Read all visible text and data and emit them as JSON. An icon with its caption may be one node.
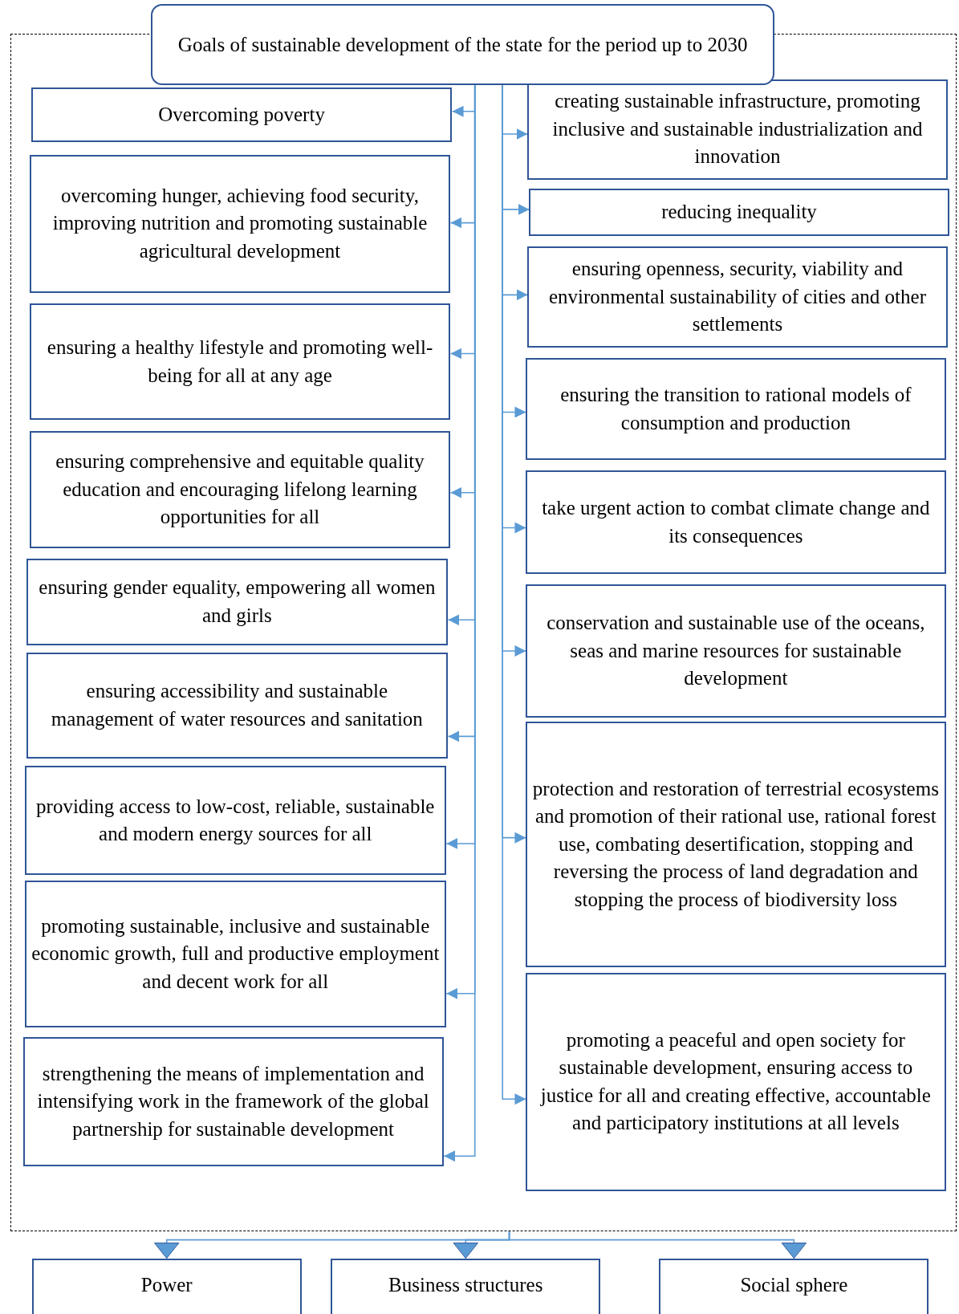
{
  "diagram": {
    "nodes": [
      {
        "text": [],
        "shape": "box"
      },
      {
        "text": [
          "Goals of sustainable development of the state for the period up to 2030"
        ]
      },
      {
        "text": [
          "Overcoming poverty"
        ],
        "in": 0
      },
      {
        "text": [
          "overcoming hunger, achieving food security, improving nutrition and promoting sustainable agricultural development"
        ],
        "in": 0
      },
      {
        "text": [
          "ensuring a healthy lifestyle and promoting well-being for all at any age"
        ],
        "in": 0
      },
      {
        "text": [
          "ensuring comprehensive and equitable quality education and encouraging lifelong learning opportunities for all"
        ],
        "in": 0
      },
      {
        "text": [
          "ensuring gender equality, empowering all women and girls"
        ],
        "in": 0
      },
      {
        "text": [
          "ensuring accessibility and sustainable management of water resources and sanitation"
        ],
        "in": 0
      },
      {
        "text": [
          "providing access to low-cost, reliable, sustainable and modern energy sources for all"
        ],
        "in": 0
      },
      {
        "text": [
          "promoting sustainable, inclusive and sustainable economic growth, full and productive employment and decent work for all"
        ],
        "in": 0
      },
      {
        "text": [
          "strengthening the means of implementation and intensifying work in the framework of the global partnership for sustainable development"
        ],
        "in": 0
      },
      {
        "text": [
          "creating sustainable infrastructure, promoting inclusive and sustainable industrialization and innovation"
        ],
        "in": 0
      },
      {
        "text": [
          "reducing inequality"
        ],
        "in": 0
      },
      {
        "text": [
          "ensuring openness, security, viability and environmental sustainability of cities and other settlements"
        ],
        "in": 0
      },
      {
        "text": [
          "ensuring the transition to rational models of consumption and production"
        ],
        "in": 0
      },
      {
        "text": [
          "take urgent action to combat climate change and its consequences"
        ],
        "in": 0
      },
      {
        "text": [
          "conservation and sustainable use of the oceans, seas and marine resources for sustainable development"
        ],
        "in": 0
      },
      {
        "text": [
          "protection and restoration of terrestrial ecosystems and promotion of their rational use, rational forest use, combating desertification, stopping and reversing the process of land degradation and stopping the process of biodiversity loss"
        ],
        "in": 0
      },
      {
        "text": [
          "promoting a peaceful and open society for sustainable development, ensuring access to justice for all and creating effective, accountable and participatory institutions at all levels"
        ],
        "in": 0
      },
      {
        "text": [
          "Power"
        ]
      },
      {
        "text": [
          "Business structures"
        ]
      },
      {
        "text": [
          "Social sphere"
        ]
      }
    ],
    "edges": [
      {
        "from": 1,
        "to": 2,
        "arrow": "to"
      },
      {
        "from": 1,
        "to": 3,
        "arrow": "to"
      },
      {
        "from": 1,
        "to": 4,
        "arrow": "to"
      },
      {
        "from": 1,
        "to": 5,
        "arrow": "to"
      },
      {
        "from": 1,
        "to": 6,
        "arrow": "to"
      },
      {
        "from": 1,
        "to": 7,
        "arrow": "to"
      },
      {
        "from": 1,
        "to": 8,
        "arrow": "to"
      },
      {
        "from": 1,
        "to": 9,
        "arrow": "to"
      },
      {
        "from": 1,
        "to": 10,
        "arrow": "to"
      },
      {
        "from": 1,
        "to": 11,
        "arrow": "to"
      },
      {
        "from": 1,
        "to": 12,
        "arrow": "to"
      },
      {
        "from": 1,
        "to": 13,
        "arrow": "to"
      },
      {
        "from": 1,
        "to": 14,
        "arrow": "to"
      },
      {
        "from": 1,
        "to": 15,
        "arrow": "to"
      },
      {
        "from": 1,
        "to": 16,
        "arrow": "to"
      },
      {
        "from": 1,
        "to": 17,
        "arrow": "to"
      },
      {
        "from": 1,
        "to": 18,
        "arrow": "to"
      },
      {
        "from": 0,
        "to": 19,
        "arrow": "to"
      },
      {
        "from": 0,
        "to": 20,
        "arrow": "to"
      },
      {
        "from": 0,
        "to": 21,
        "arrow": "to"
      }
    ]
  }
}
